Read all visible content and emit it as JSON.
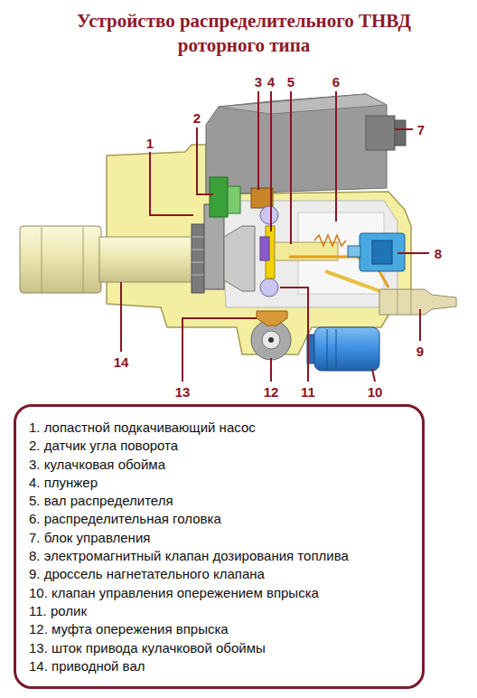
{
  "diagram": {
    "title": "Устройство распределительного ТНВД роторного типа",
    "nodes": [
      {
        "text": [
          "1. лопастной подкачивающий насос",
          "2. датчик угла поворота",
          "3. кулачковая обойма",
          "4. плунжер",
          "5. вал распределителя",
          "6. распределительная головка",
          "7. блок управления",
          "8. электромагнитный клапан дозирования топлива",
          "9. дроссель нагнетательного клапана",
          "10. клапан управления опережением впрыска",
          "11. ролик",
          "12. муфта опережения впрыска",
          "13. шток привода кулачковой обоймы",
          "14. приводной вал"
        ]
      }
    ],
    "labels": [
      "1",
      "2",
      "3",
      "4",
      "5",
      "6",
      "7",
      "8",
      "9",
      "10",
      "11",
      "12",
      "13",
      "14"
    ]
  }
}
